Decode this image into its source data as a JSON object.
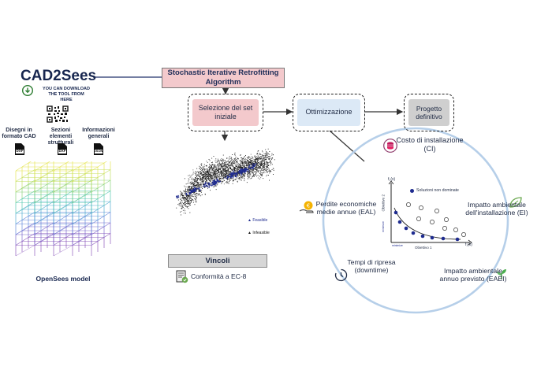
{
  "cad2sees": {
    "title": "CAD2Sees",
    "download_text": "YOU CAN DOWNLOAD THE TOOL FROM HERE",
    "inputs": [
      {
        "label": "Disegni in formato CAD",
        "icon": "dxf-file-icon",
        "ext": "DXF"
      },
      {
        "label": "Sezioni elementi strutturali",
        "icon": "dxf-file-icon",
        "ext": "DXF"
      },
      {
        "label": "Informazioni generali",
        "icon": "json-file-icon",
        "ext": "JSON"
      }
    ],
    "model_caption": "OpenSees model"
  },
  "algorithm": {
    "title": "Stochastic Iterative Retrofitting Algorithm"
  },
  "steps": {
    "selection": "Selezione del set iniziale",
    "optimization": "Ottimizzazione",
    "final": "Progetto definitivo"
  },
  "scatter": {
    "feasible_label": "Feasible",
    "infeasible_label": "Infeasible"
  },
  "constraints": {
    "title": "Vincoli",
    "item": "Conformità a EC-8"
  },
  "objectives": {
    "installation_cost": "Costo di installazione (CI)",
    "annual_losses": "Perdite economiche medie annue (EAL)",
    "env_installation": "Impatto ambientale dell'installazione (EI)",
    "downtime": "Tempi di ripresa (downtime)",
    "env_annual": "Impatto ambientale annuo previsto (EAEI)"
  },
  "pareto": {
    "legend": "Soluzioni non dominate",
    "x_axis": "Obiettivo 1",
    "y_axis": "Obiettivo 2",
    "fx_label": "f₁(x)",
    "fy_label": "f₂(x)",
    "min_x": "minimize",
    "min_y": "minimize"
  },
  "colors": {
    "accent_pink": "#f3c9cc",
    "accent_blue": "#dce9f6",
    "grey_box": "#cfcfcf",
    "circle": "#b6cfe9",
    "navy": "#1e2b8f"
  }
}
